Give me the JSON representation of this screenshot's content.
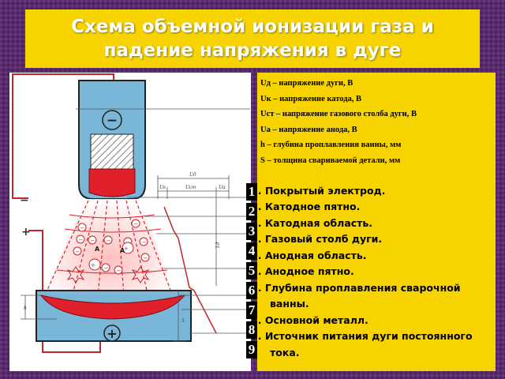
{
  "slide": {
    "title": "Схема объемной ионизации газа и падение напряжения в дуге"
  },
  "diagram": {
    "cathode_sign": "−",
    "anode_sign": "+",
    "minus_terminal": "−",
    "plus_terminal": "+",
    "label_ud": "Uд",
    "label_uk": "Uк",
    "label_ucm": "Uст",
    "label_ua": "Ua",
    "label_ld": "Lд",
    "label_h": "h",
    "label_s": "S",
    "particle_ion": "+",
    "particle_electron": "−",
    "particle_a": "A"
  },
  "legend": [
    "Uд – напряжение дуги, В",
    "Uк – напряжение катода, В",
    "Uст – напряжение газового столба дуги, В",
    "Ua – напряжение анода, В",
    "h – глубина проплавления ванны, мм",
    "S – толщина свариваемой детали, мм"
  ],
  "parts": [
    {
      "num": "1.",
      "text": "Покрытый электрод."
    },
    {
      "num": "2.",
      "text": "Катодное пятно."
    },
    {
      "num": "3.",
      "text": "Катодная область."
    },
    {
      "num": "4.",
      "text": "Газовый столб дуги."
    },
    {
      "num": "5.",
      "text": "Анодная область."
    },
    {
      "num": "6.",
      "text": "Анодное пятно."
    },
    {
      "num": "7.",
      "text": "Глубина проплавления сварочной ванны."
    },
    {
      "num": "8.",
      "text": "Основной металл."
    },
    {
      "num": "9.",
      "text": "Источник питания дуги постоянного тока."
    }
  ],
  "markers": [
    "1",
    "2",
    "3",
    "4",
    "5",
    "6",
    "7",
    "8",
    "9"
  ],
  "colors": {
    "background": "#5a2a6e",
    "title_bg": "#f7d400",
    "title_text": "#ffffff",
    "electrode_blue": "#7ab6d8",
    "arc_red": "#e0202a"
  }
}
